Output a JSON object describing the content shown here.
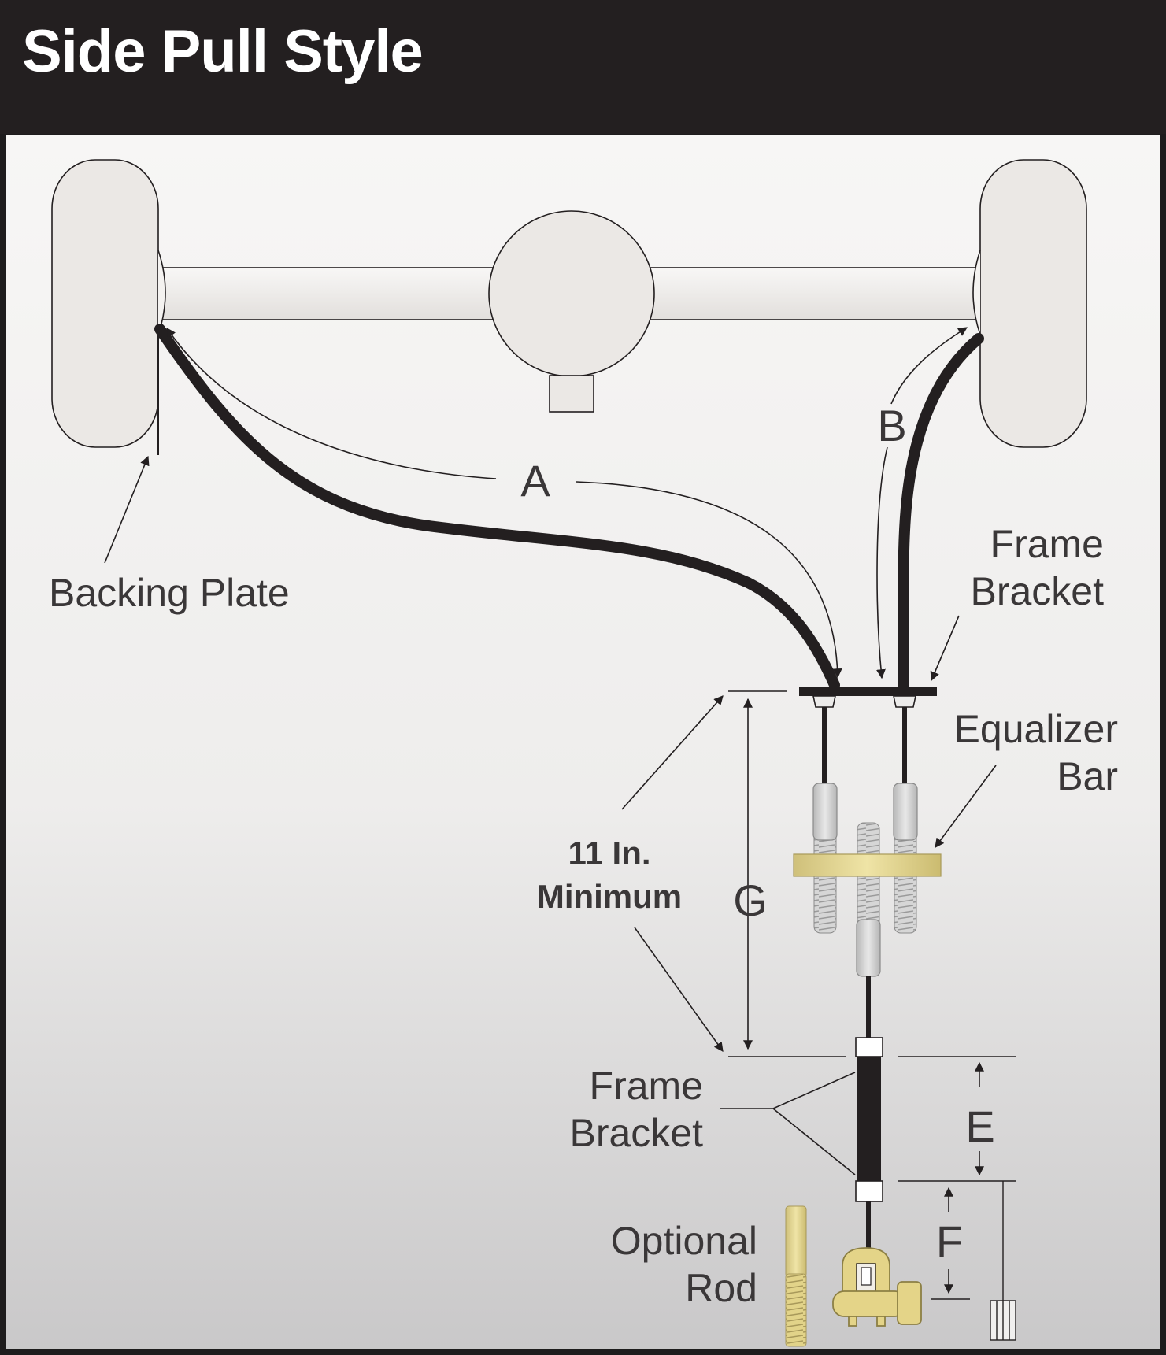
{
  "header": {
    "title": "Side Pull Style"
  },
  "labels": {
    "cable_a": "A",
    "cable_b": "B",
    "backing_plate": "Backing Plate",
    "frame_bracket_top": [
      "Frame",
      "Bracket"
    ],
    "equalizer_bar": [
      "Equalizer",
      "Bar"
    ],
    "minimum": [
      "11 In.",
      "Minimum"
    ],
    "dim_g": "G",
    "frame_bracket_bottom": [
      "Frame",
      "Bracket"
    ],
    "dim_e": "E",
    "dim_f": "F",
    "optional_rod": [
      "Optional",
      "Rod"
    ]
  },
  "colors": {
    "cable": "#231f20",
    "part_fill": "#ece9e6",
    "rod_gold": "#e4d488",
    "text": "#3a3738",
    "background_top": "#f7f6f5",
    "background_bottom": "#c9c8c9"
  }
}
